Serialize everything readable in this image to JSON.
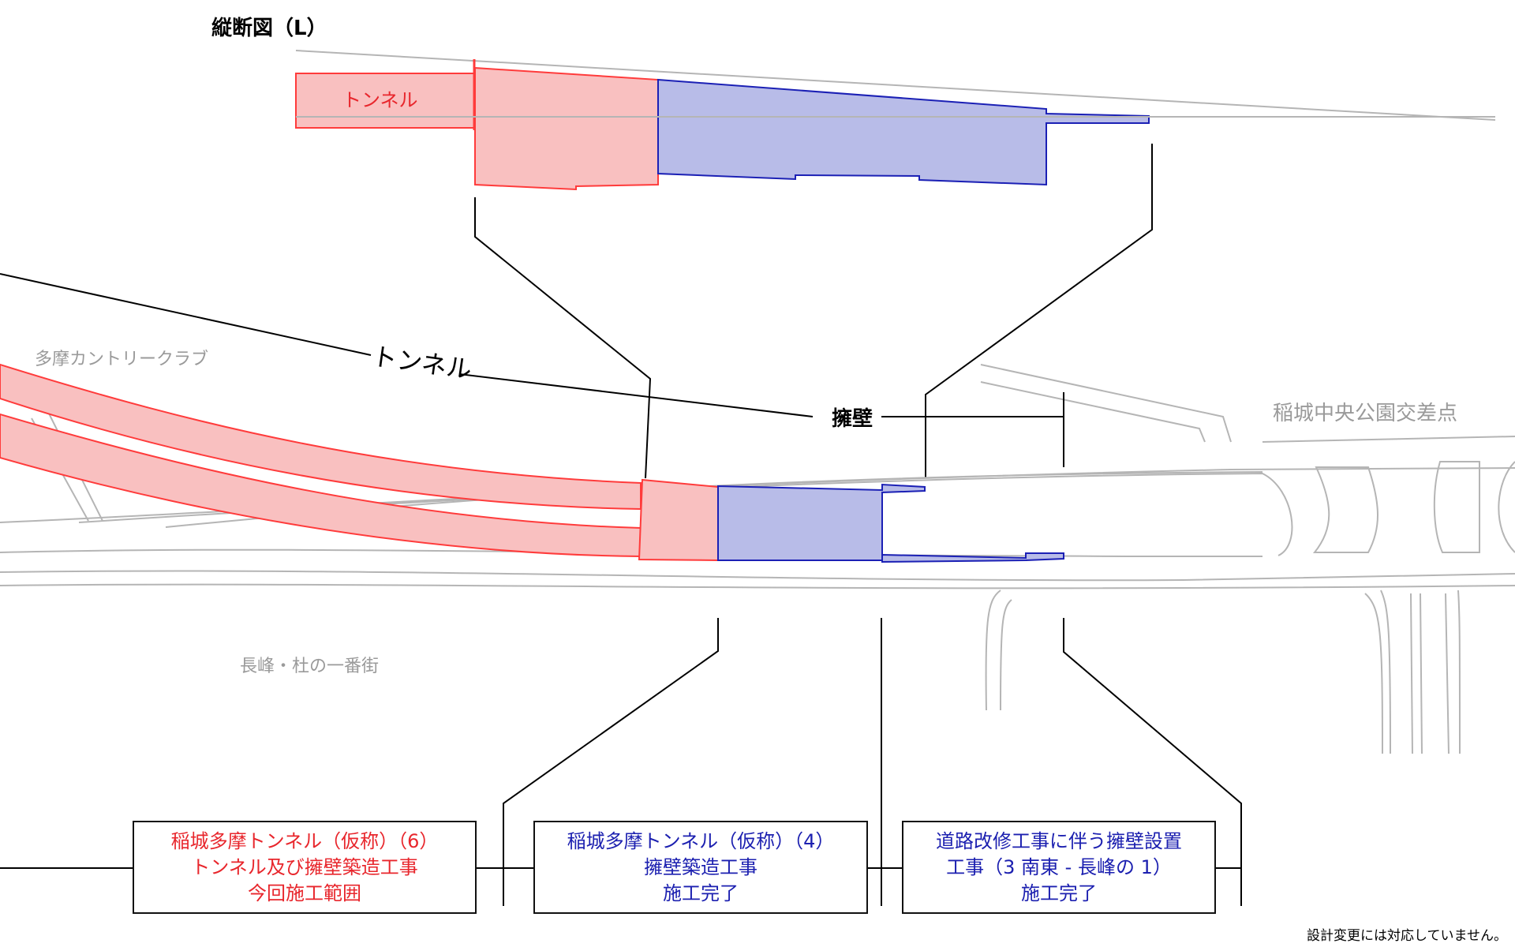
{
  "profile": {
    "title": "縦断図（L）",
    "tunnel_label": "トンネル"
  },
  "plan": {
    "tunnel_label": "トンネル",
    "retaining_wall_label": "擁壁",
    "places": {
      "country_club": "多摩カントリークラブ",
      "intersection": "稲城中央公園交差点",
      "residential": "長峰・杜の一番街"
    }
  },
  "boxes": [
    {
      "color": "red",
      "lines": [
        "稲城多摩トンネル（仮称）（6）",
        "トンネル及び擁壁築造工事",
        "今回施工範囲"
      ]
    },
    {
      "color": "blue",
      "lines": [
        "稲城多摩トンネル（仮称）（4）",
        "擁壁築造工事",
        "施工完了"
      ]
    },
    {
      "color": "blue",
      "lines": [
        "道路改修工事に伴う擁壁設置",
        "工事（3 南東 - 長峰の 1）",
        "施工完了"
      ]
    }
  ],
  "note": "設計変更には対応していません。",
  "colors": {
    "red_scope": "#f9c0c0",
    "red_outline": "#ff3b3b",
    "blue_scope": "#b8bce8",
    "blue_outline": "#1b20b5"
  }
}
